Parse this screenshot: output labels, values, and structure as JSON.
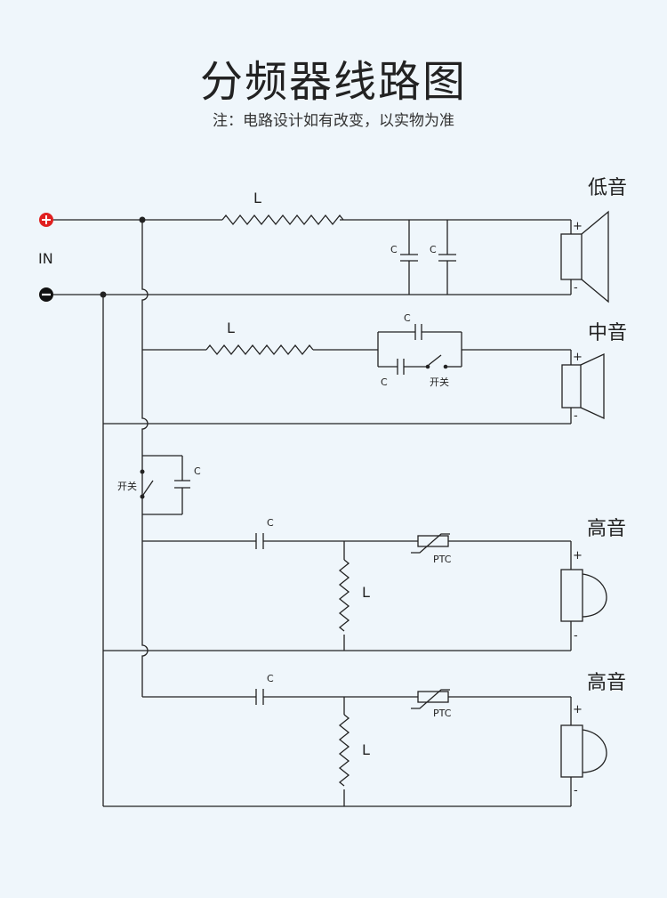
{
  "header": {
    "title": "分频器线路图",
    "subtitle": "注：电路设计如有改变，以实物为准"
  },
  "input": {
    "label": "IN",
    "plus": "+",
    "minus": "−"
  },
  "woofer": {
    "label": "低音",
    "inductor": "L",
    "cap1": "C",
    "cap2": "C",
    "plus": "+",
    "minus": "-"
  },
  "mid": {
    "label": "中音",
    "inductor": "L",
    "cap_top": "C",
    "cap_bottom": "C",
    "switch": "开关",
    "plus": "+",
    "minus": "-"
  },
  "tweeter_switch": {
    "switch": "开关",
    "cap": "C"
  },
  "tweeter1": {
    "label": "高音",
    "cap": "C",
    "inductor": "L",
    "ptc": "PTC",
    "plus": "+",
    "minus": "-"
  },
  "tweeter2": {
    "label": "高音",
    "cap": "C",
    "inductor": "L",
    "ptc": "PTC",
    "plus": "+",
    "minus": "-"
  }
}
